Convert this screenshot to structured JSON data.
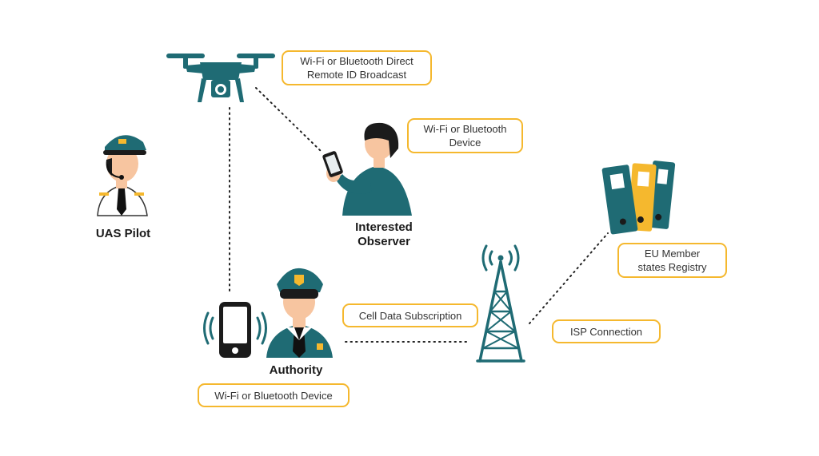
{
  "labels": {
    "uas_pilot": "UAS Pilot",
    "observer_line1": "Interested",
    "observer_line2": "Observer",
    "authority": "Authority"
  },
  "boxes": {
    "drone_broadcast_line1": "Wi-Fi or Bluetooth Direct",
    "drone_broadcast_line2": "Remote ID Broadcast",
    "observer_device_line1": "Wi-Fi or Bluetooth",
    "observer_device_line2": "Device",
    "registry_line1": "EU Member",
    "registry_line2": "states Registry",
    "cell_data": "Cell Data Subscription",
    "isp": "ISP Connection",
    "authority_device": "Wi-Fi or Bluetooth Device"
  },
  "icons": [
    "drone-icon",
    "pilot-icon",
    "observer-icon",
    "phone-icon",
    "police-officer-icon",
    "cell-tower-icon",
    "binders-icon"
  ],
  "colors": {
    "teal": "#1f6b74",
    "yellow": "#f5b82e",
    "skin": "#f7c5a0",
    "text": "#1b1b1b"
  }
}
